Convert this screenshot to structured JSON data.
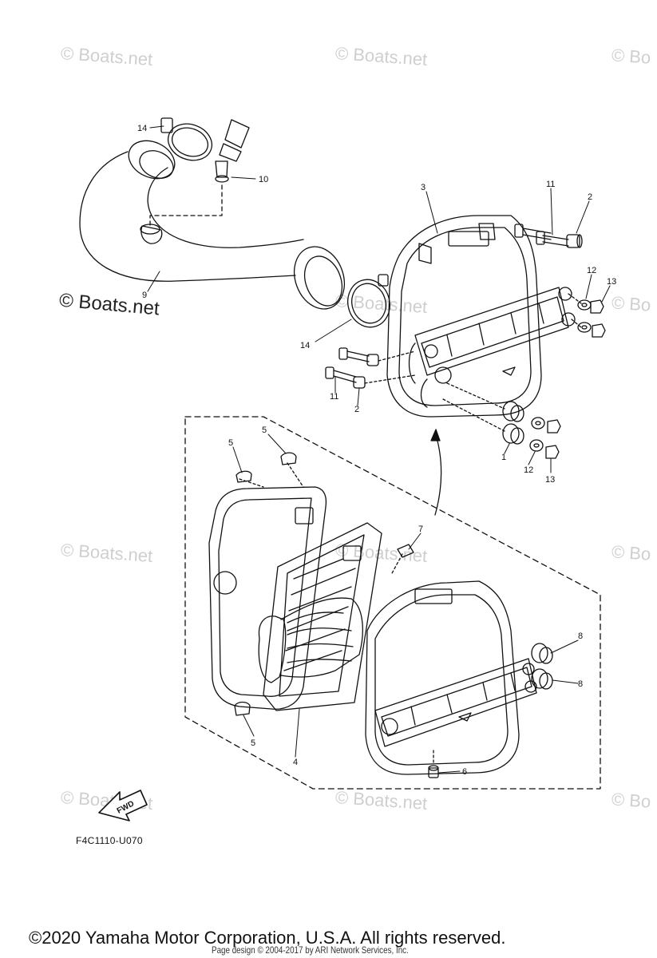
{
  "watermarks": {
    "light": [
      "© Boats.net",
      "© Boats.net",
      "© Bo",
      "© Boats.net",
      "© Boats.net",
      "© Bo",
      "© Boats.net",
      "© Boats.net",
      "© Bo"
    ],
    "dark": "© Boats.net"
  },
  "callouts": {
    "c14a": "14",
    "c10": "10",
    "c3": "3",
    "c11a": "11",
    "c2a": "2",
    "c12a": "12",
    "c13a": "13",
    "c9": "9",
    "c14b": "14",
    "c11b": "11",
    "c2b": "2",
    "c1": "1",
    "c12b": "12",
    "c13b": "13",
    "c5a": "5",
    "c5b": "5",
    "c7": "7",
    "c8a": "8",
    "c8b": "8",
    "c5c": "5",
    "c4": "4",
    "c6": "6"
  },
  "fwd_label": "FWD",
  "diagram_code": "F4C1110-U070",
  "copyright": "©2020 Yamaha Motor Corporation, U.S.A. All rights reserved.",
  "page_design": "Page design © 2004-2017 by ARI Network Services, Inc."
}
